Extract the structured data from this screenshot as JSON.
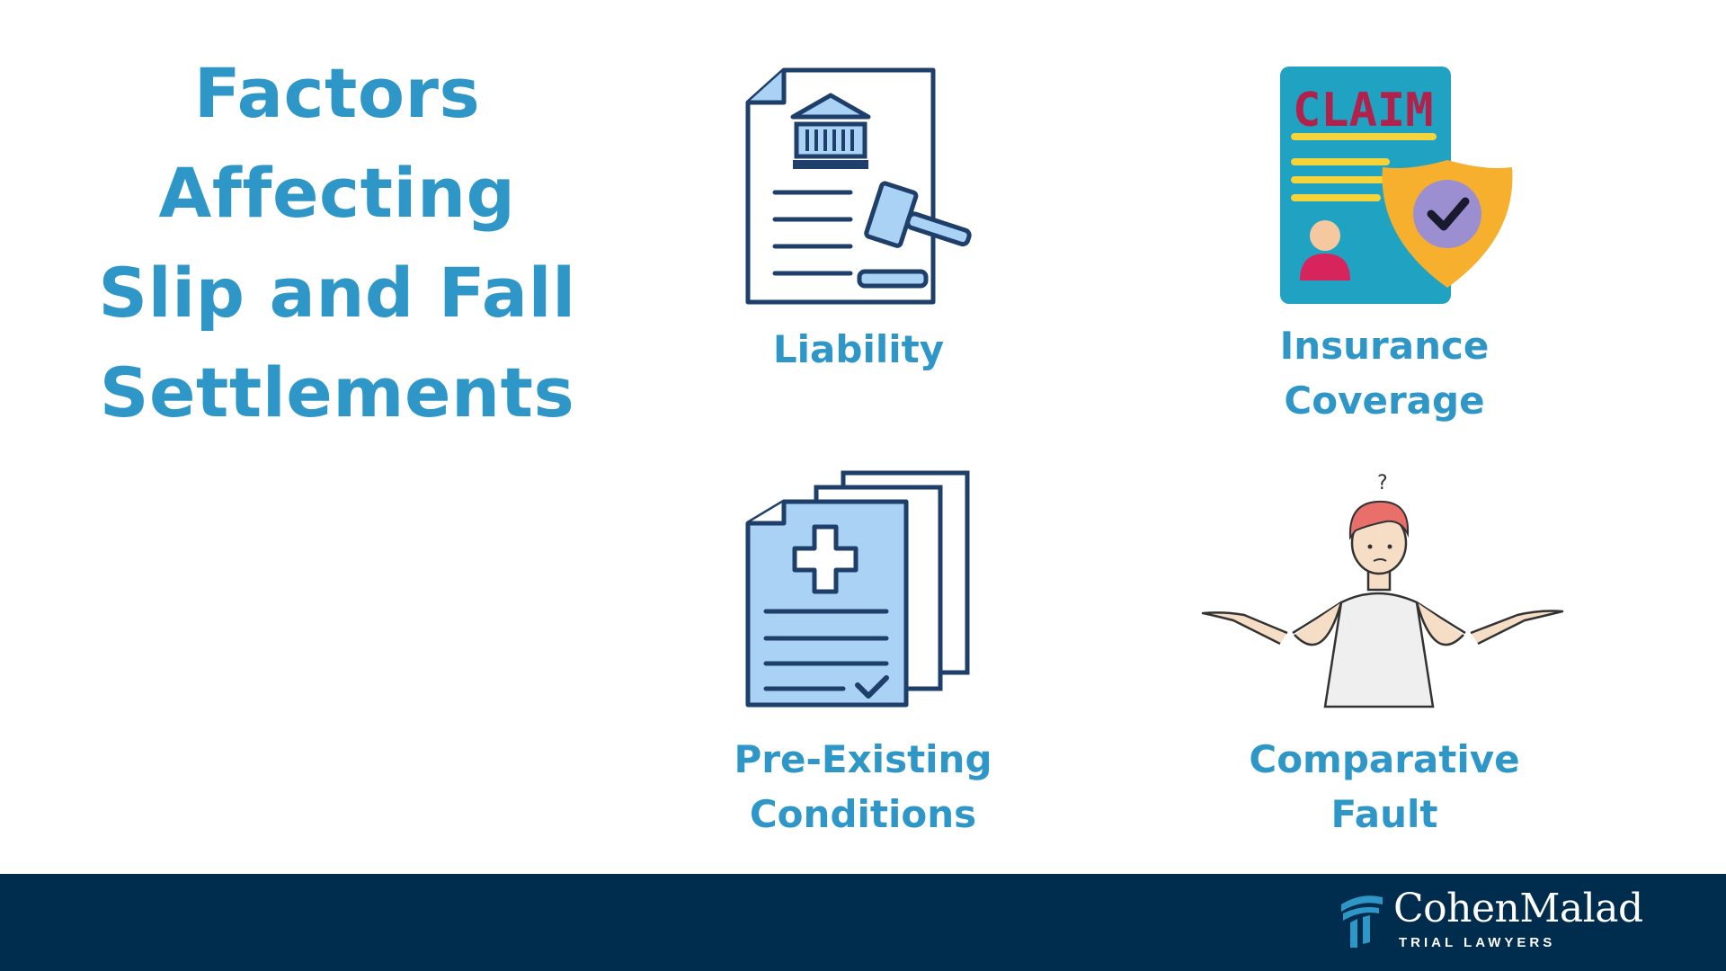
{
  "heading": {
    "lines": [
      "Factors",
      "Affecting",
      "Slip and Fall",
      "Settlements"
    ]
  },
  "factors": [
    {
      "label_lines": [
        "Liability"
      ],
      "icon": "document-gavel-icon"
    },
    {
      "label_lines": [
        "Insurance",
        "Coverage"
      ],
      "icon": "claim-document-shield-icon"
    },
    {
      "label_lines": [
        "Pre-Existing",
        "Conditions"
      ],
      "icon": "medical-records-icon"
    },
    {
      "label_lines": [
        "Comparative",
        "Fault"
      ],
      "icon": "confused-person-shrug-icon"
    }
  ],
  "claim_icon_text": "CLAIM",
  "footer": {
    "brand_name": "CohenMalad",
    "brand_tagline": "TRIAL LAWYERS",
    "background": "#002c4e"
  },
  "colors": {
    "accent": "#2f97c7",
    "icon_outline": "#1f3f6b",
    "icon_fill": "#a9d2f5"
  }
}
